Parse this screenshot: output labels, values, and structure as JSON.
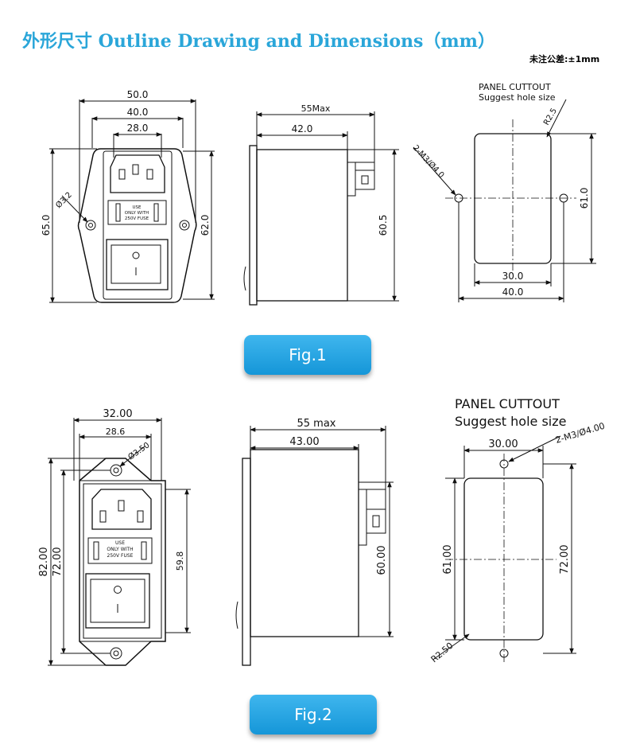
{
  "header": {
    "title": "外形尺寸 Outline Drawing and Dimensions（mm）",
    "tolerance": "未注公差:±1mm"
  },
  "fig1": {
    "button": "Fig.1",
    "front": {
      "w50": "50.0",
      "w40": "40.0",
      "w28": "28.0",
      "hole": "Ø3.2",
      "h65": "65.0",
      "h62": "62.0",
      "fuse": [
        "USE",
        "ONLY WITH",
        "250V FUSE"
      ]
    },
    "side": {
      "max": "55Max",
      "d42": "42.0",
      "h605": "60.5"
    },
    "panel": {
      "title": "PANEL CUTTOUT",
      "subtitle": "Suggest hole size",
      "radius": "R2.5",
      "holes": "2-M3/Ø4.0",
      "h61": "61.0",
      "w30": "30.0",
      "w40": "40.0"
    }
  },
  "fig2": {
    "button": "Fig.2",
    "front": {
      "w32": "32.00",
      "w286": "28.6",
      "hole": "Ø3.50",
      "h82": "82.00",
      "h72": "72.00",
      "h598": "59.8",
      "fuse": [
        "USE",
        "ONLY WITH",
        "250V FUSE"
      ]
    },
    "side": {
      "max": "55  max",
      "d43": "43.00",
      "h60": "60.00"
    },
    "panel": {
      "title": "PANEL CUTTOUT",
      "subtitle": "Suggest hole size",
      "w30": "30.00",
      "holes": "2-M3/Ø4.00",
      "h61": "61.00",
      "h72": "72.00",
      "radius": "R2.50"
    }
  }
}
